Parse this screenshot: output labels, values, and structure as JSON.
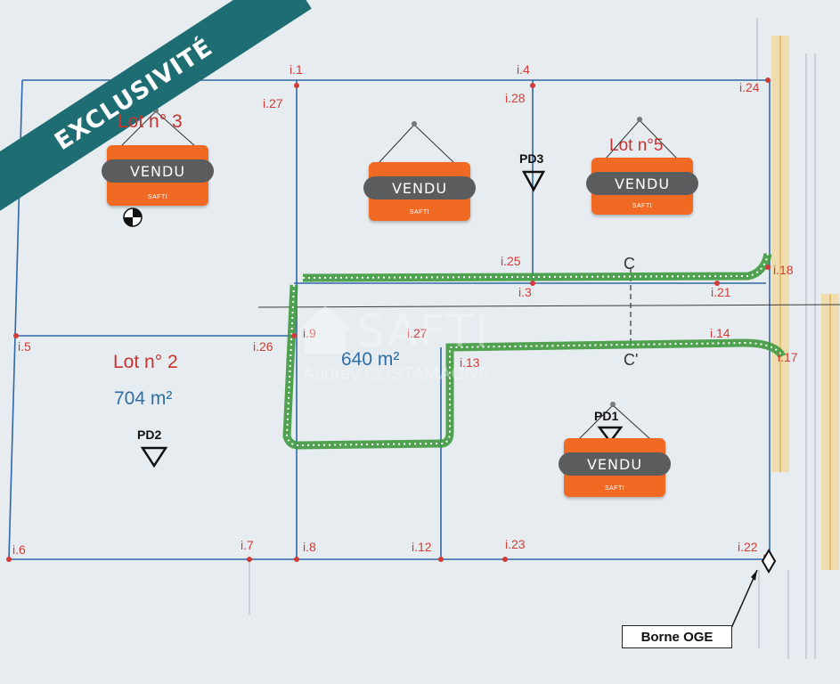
{
  "banner": {
    "text": "EXCLUSIVITÉ",
    "color": "#1e6d73"
  },
  "lots": [
    {
      "title": "Lot n° 3",
      "area": ""
    },
    {
      "title": "Lot n° 2",
      "area": "704 m²"
    },
    {
      "title": "Lot n°5",
      "area": ""
    }
  ],
  "central_area": "640 m²",
  "signs": {
    "text": "VENDU",
    "brand": "SAFTI"
  },
  "watermark": {
    "brand": "SAFTI",
    "agent": "Audrey COSTAMAGNA"
  },
  "points": [
    "i.1",
    "i.4",
    "i.24",
    "i.27",
    "i.28",
    "i.25",
    "i.18",
    "i.3",
    "i.21",
    "i.5",
    "i.26",
    "i.9",
    "i.27",
    "i.13",
    "i.14",
    "i.17",
    "i.6",
    "i.7",
    "i.8",
    "i.12",
    "i.23",
    "i.22"
  ],
  "markers": [
    "PD3",
    "PD2",
    "PD1"
  ],
  "borne": "Borne OGE",
  "colors": {
    "sign": "#f06a24",
    "sign_strip": "#5a5c5e",
    "boundary": "#2f67a8",
    "point": "#d23b36",
    "curb": "#3f9a3f"
  }
}
